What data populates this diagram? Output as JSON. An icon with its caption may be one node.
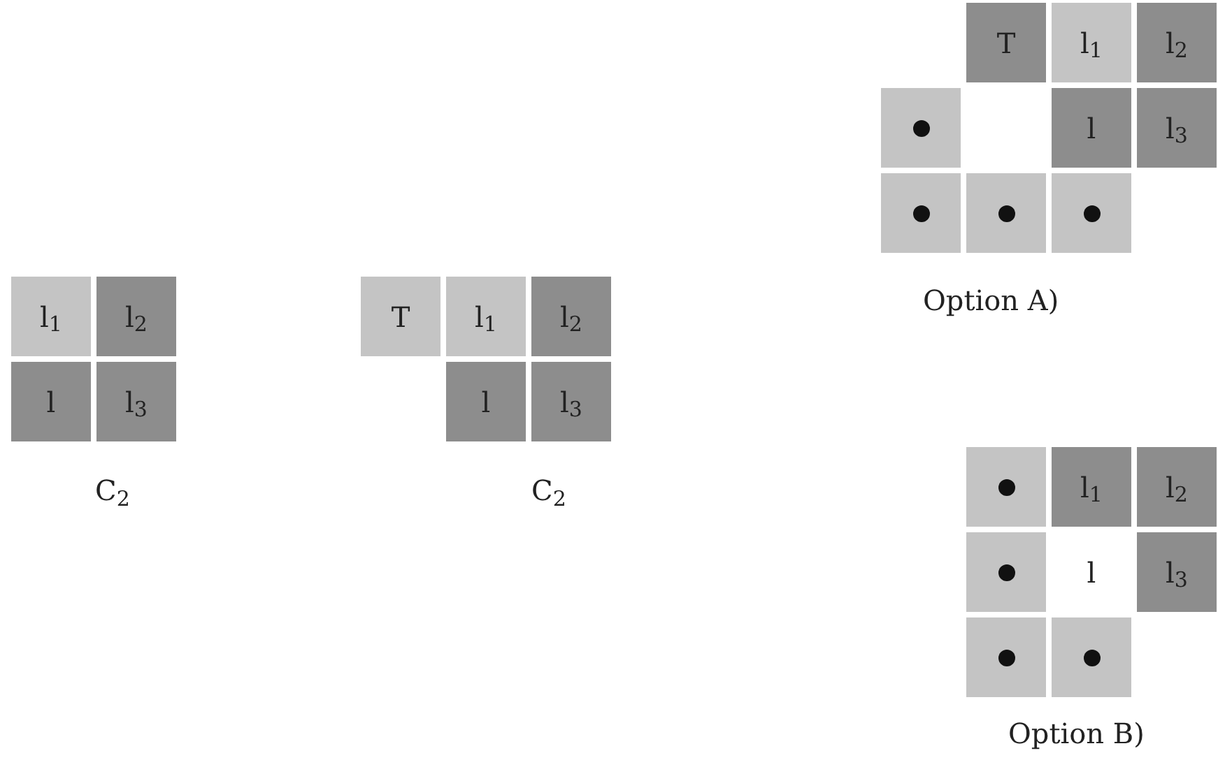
{
  "diagram": {
    "nodes": [
      {
        "text": [
          "l$_{1}$"
        ]
      },
      {
        "text": [
          "l$_{2}$"
        ]
      },
      {
        "text": [
          "l"
        ]
      },
      {
        "text": [
          "l$_{3}$"
        ]
      },
      {
        "text": [
          "T"
        ]
      },
      {
        "text": [
          "l$_{1}$"
        ]
      },
      {
        "text": [
          "l$_{2}$"
        ]
      },
      {
        "text": [
          "l"
        ]
      },
      {
        "text": [
          "l$_{3}$"
        ]
      },
      {
        "text": [
          "T"
        ]
      },
      {
        "text": [
          "l$_{1}$"
        ]
      },
      {
        "text": [
          "l$_{2}$"
        ]
      },
      {
        "text": [],
        "shape": "box"
      },
      {
        "text": [
          "l"
        ]
      },
      {
        "text": [
          "l$_{3}$"
        ]
      },
      {
        "text": [],
        "shape": "box"
      },
      {
        "text": [],
        "shape": "box"
      },
      {
        "text": [],
        "shape": "box"
      },
      {
        "text": [],
        "shape": "box"
      },
      {
        "text": [
          "l$_{1}$"
        ]
      },
      {
        "text": [
          "l$_{2}$"
        ]
      },
      {
        "text": [],
        "shape": "box"
      },
      {
        "text": [
          "l"
        ]
      },
      {
        "text": [
          "l$_{3}$"
        ]
      },
      {
        "text": [],
        "shape": "box"
      },
      {
        "text": [],
        "shape": "box"
      }
    ],
    "labels": [
      "C$_{2}$",
      "C$_{2}$",
      "Option A)",
      "Option B)"
    ]
  }
}
